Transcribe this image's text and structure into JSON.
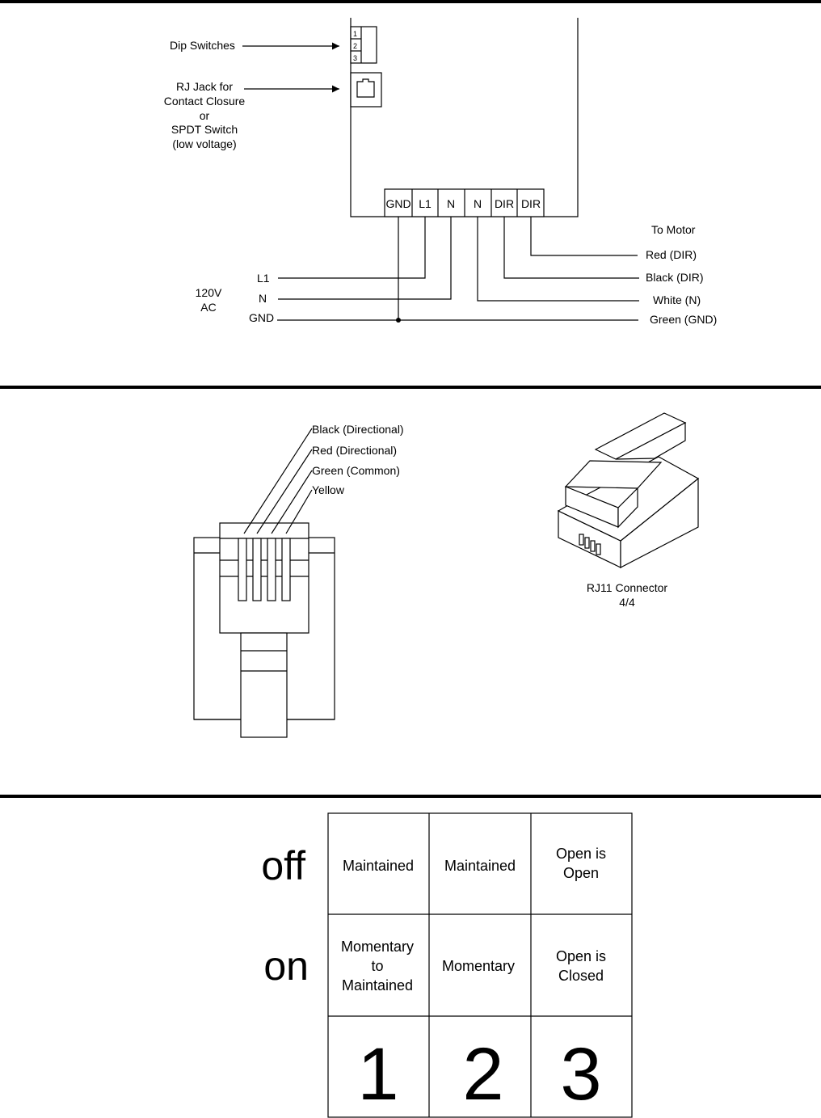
{
  "wiring": {
    "dip_switches_label": "Dip Switches",
    "dip_numbers": [
      "1",
      "2",
      "3"
    ],
    "rj_jack_label": [
      "RJ Jack for",
      "Contact Closure",
      "or",
      "SPDT Switch",
      "(low voltage)"
    ],
    "terminals": [
      "GND",
      "L1",
      "N",
      "N",
      "DIR",
      "DIR"
    ],
    "supply_label": [
      "120V",
      "AC"
    ],
    "supply_lines": [
      "L1",
      "N",
      "GND"
    ],
    "to_motor_label": "To Motor",
    "motor_wires": [
      "Red (DIR)",
      "Black (DIR)",
      "White (N)",
      "Green (GND)"
    ]
  },
  "connector": {
    "wire_labels": [
      "Black (Directional)",
      "Red (Directional)",
      "Green (Common)",
      "Yellow"
    ],
    "rj11_caption": [
      "RJ11 Connector",
      "4/4"
    ]
  },
  "dip_table": {
    "row_labels": [
      "off",
      "on"
    ],
    "rows": [
      [
        [
          "Maintained"
        ],
        [
          "Maintained"
        ],
        [
          "Open is",
          "Open"
        ]
      ],
      [
        [
          "Momentary",
          "to",
          "Maintained"
        ],
        [
          "Momentary"
        ],
        [
          "Open is",
          "Closed"
        ]
      ]
    ],
    "switch_numbers": [
      "1",
      "2",
      "3"
    ]
  }
}
